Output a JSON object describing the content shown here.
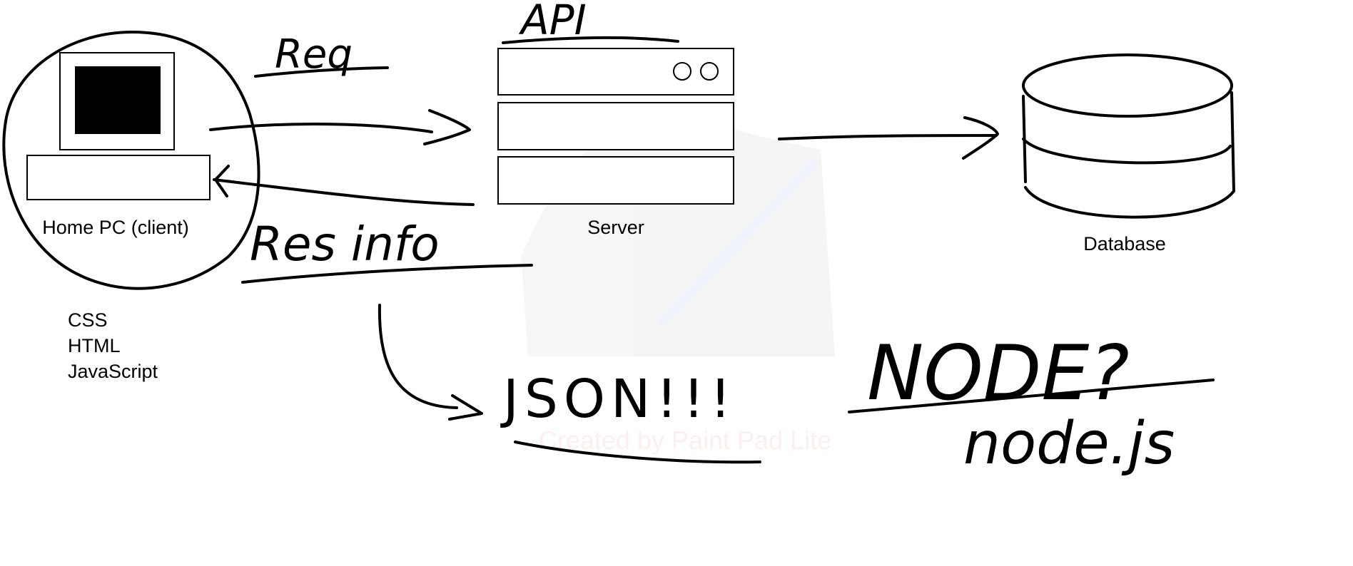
{
  "client": {
    "label": "Home PC (client)",
    "tech": [
      "CSS",
      "HTML",
      "JavaScript"
    ]
  },
  "server": {
    "label": "Server",
    "annotation": "API"
  },
  "database": {
    "label": "Database"
  },
  "arrows": {
    "request": "Req",
    "response": "Res info"
  },
  "notes": {
    "json": "JSON!!!",
    "node": "NODE?",
    "nodejs": "node.js"
  },
  "watermark": "Created by Paint Pad Lite"
}
